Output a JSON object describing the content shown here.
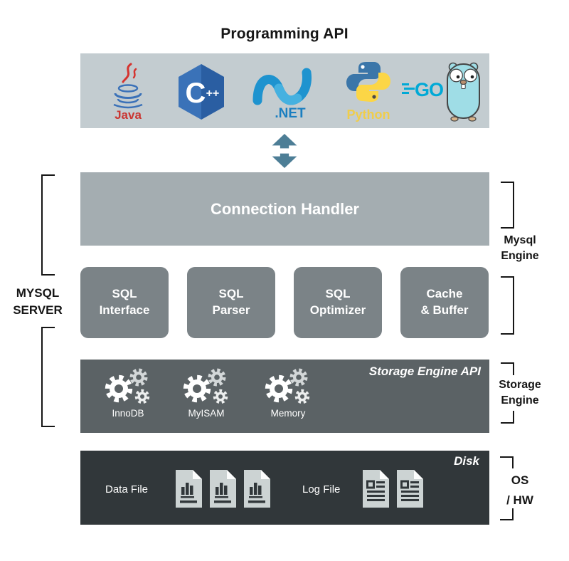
{
  "title": "Programming API",
  "api_band": {
    "java_label": "Java",
    "cpp_c": "C",
    "cpp_plus": "++",
    "dotnet_label": ".NET",
    "python_label": "Python",
    "go_label": "GO"
  },
  "connection_handler": {
    "label": "Connection Handler"
  },
  "sql_boxes": [
    {
      "line1": "SQL",
      "line2": "Interface"
    },
    {
      "line1": "SQL",
      "line2": "Parser"
    },
    {
      "line1": "SQL",
      "line2": "Optimizer"
    },
    {
      "line1": "Cache",
      "line2": "& Buffer"
    }
  ],
  "storage_band": {
    "header": "Storage Engine API",
    "engines": [
      {
        "label": "InnoDB"
      },
      {
        "label": "MyISAM"
      },
      {
        "label": "Memory"
      }
    ]
  },
  "disk_band": {
    "header": "Disk",
    "data_file_label": "Data File",
    "data_file_count": 3,
    "log_file_label": "Log File",
    "log_file_count": 2
  },
  "brackets": {
    "mysql_server": {
      "line1": "MYSQL",
      "line2": "SERVER"
    },
    "mysql_engine": {
      "line1": "Mysql",
      "line2": "Engine"
    },
    "storage_engine": {
      "line1": "Storage",
      "line2": "Engine"
    },
    "os_hw": {
      "line1": "OS",
      "line2": "/ HW"
    }
  },
  "icons": {
    "languages": [
      "java-icon",
      "cpp-icon",
      "dotnet-icon",
      "python-icon",
      "go-icon",
      "gopher-icon"
    ],
    "flow": "double-arrow-icon",
    "storage_engines": "gears-icon",
    "data_file": "data-file-icon",
    "log_file": "log-file-icon"
  },
  "colors": {
    "api_band_bg": "#c3ccd0",
    "connection_bg": "#a4adb1",
    "sql_box_bg": "#7b8387",
    "storage_bg": "#5b6265",
    "disk_bg": "#31373a",
    "arrow": "#4d7e96",
    "text_dark": "#161616",
    "text_light": "#ffffff"
  }
}
